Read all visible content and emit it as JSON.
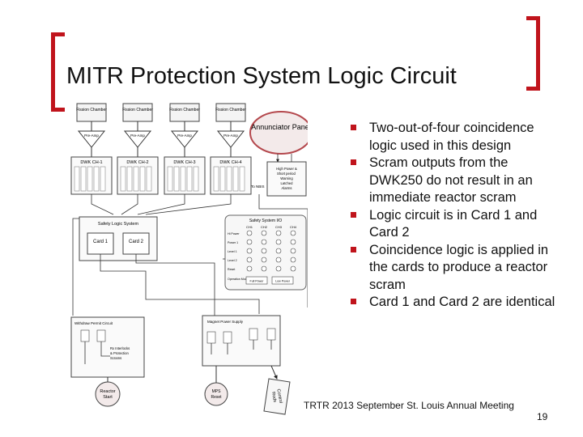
{
  "slide": {
    "title": "MITR Protection System Logic Circuit",
    "bullets": [
      "Two-out-of-four coincidence logic used in this design",
      "Scram outputs from the DWK250 do not result in an immediate reactor scram",
      "Logic circuit is in Card 1 and Card 2",
      "Coincidence logic is applied in the cards to produce a reactor scram",
      "Card 1 and Card 2 are identical"
    ],
    "footer": "TRTR  2013 September  St. Louis  Annual Meeting",
    "page_number": "19"
  },
  "diagram": {
    "fission_chamber": "Fission Chamber",
    "preamp": "Pre-Amp",
    "channels": [
      "DWK CH-1",
      "DWK CH-2",
      "DWK CH-3",
      "DWK CH-4"
    ],
    "annunciator": "Annunciator Panel",
    "high_power": "High Power & Short period Warning Latched Alarms",
    "to_nbis": "To NBIS",
    "safety_logic": "Safety Logic System",
    "card1": "Card 1",
    "card2": "Card 2",
    "safety_io": "Safety System I/O",
    "io_channels": [
      "CH1",
      "CH2",
      "CH3",
      "CH4"
    ],
    "io_rows": [
      "Hi Power",
      "Power 1",
      "Level 1",
      "Level 2",
      "Reset"
    ],
    "io_mode_label": "Operation Mode",
    "io_mode_buttons": [
      "Full Power",
      "Low Power"
    ],
    "withdraw_permit": "Withdraw Permit Circuit",
    "rx_interlocks": "Rx Interlocks & Protection Scrams",
    "magnet_power": "Magnet Power Supply",
    "reactor_start": "Reactor Start",
    "mps_reset": "MPS Reset",
    "control_rods": "Control Rods"
  }
}
